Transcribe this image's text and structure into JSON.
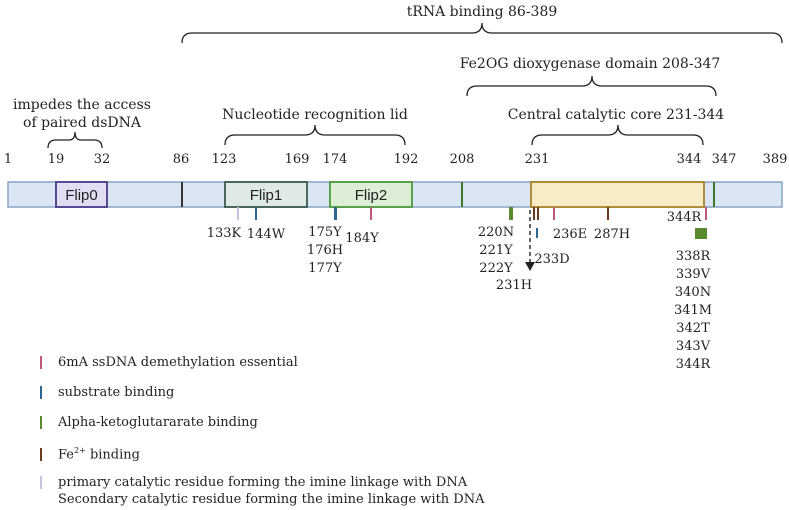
{
  "brackets": {
    "trna": "tRNA binding 86-389",
    "fe2og": "Fe2OG dioxygenase domain 208-347",
    "core": "Central catalytic core 231-344",
    "lid": "Nucleotide recognition lid",
    "impedes_line1": "impedes the access",
    "impedes_line2": "of paired dsDNA"
  },
  "positions": [
    "1",
    "19",
    "32",
    "86",
    "123",
    "169",
    "174",
    "192",
    "208",
    "231",
    "344",
    "347",
    "389"
  ],
  "domains": {
    "flip0": "Flip0",
    "flip1": "Flip1",
    "flip2": "Flip2"
  },
  "residues": {
    "r133": "133K",
    "r144": "144W",
    "r175": "175Y",
    "r176": "176H",
    "r177": "177Y",
    "r184": "184Y",
    "r220": "220N",
    "r221": "221Y",
    "r222": "222Y",
    "r231": "231H",
    "r233": "233D",
    "r236": "236E",
    "r287": "287H",
    "r344top": "344R",
    "r338": "338R",
    "r339": "339V",
    "r340": "340N",
    "r341": "341M",
    "r342": "342T",
    "r343": "343V",
    "r344": "344R"
  },
  "legend": {
    "demethylation": "6mA ssDNA demethylation essential",
    "substrate": "substrate binding",
    "akg": "Alpha-ketoglutararate binding",
    "fe_prefix": "Fe",
    "fe_sup": "2+",
    "fe_suffix": " binding",
    "primary": "primary catalytic residue forming the imine linkage with DNA",
    "secondary": "Secondary catalytic residue forming the imine linkage with DNA"
  },
  "colors": {
    "demethylation": "#c0587a",
    "substrate": "#2f6691",
    "akg": "#5a8a2e",
    "fe": "#6b3a1f",
    "primary": "#c9c3de",
    "bar_fill": "#dbe6f5",
    "bar_stroke": "#8aa3c6",
    "flip0_fill": "#e3ddf3",
    "flip0_stroke": "#4a3a8a",
    "flip1_fill": "#dfe9e6",
    "flip1_stroke": "#3a5a52",
    "flip2_fill": "#dcefd6",
    "flip2_stroke": "#4a9a3a",
    "core_fill": "#f7ecc5",
    "core_stroke": "#a8842a"
  }
}
